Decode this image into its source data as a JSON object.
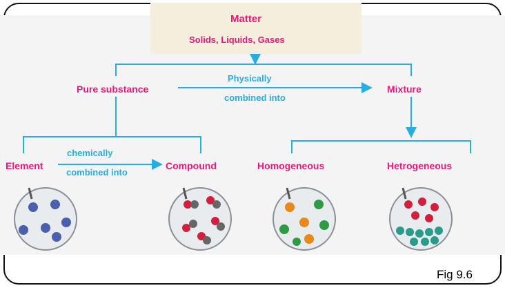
{
  "diagram": {
    "title": "Matter",
    "subtitle": "Solids, Liquids, Gases",
    "nodes": {
      "pure_substance": "Pure substance",
      "mixture": "Mixture",
      "element": "Element",
      "compound": "Compound",
      "homogeneous": "Homogeneous",
      "heterogeneous": "Hetrogeneous"
    },
    "edge_labels": {
      "physically_line1": "Physically",
      "physically_line2": "combined into",
      "chemically_line1": "chemically",
      "chemically_line2": "combined into"
    },
    "colors": {
      "node_text": "#e8197a",
      "edge_text": "#27aee0",
      "lines": "#27aee0",
      "header_bg": "#f5eedc"
    }
  },
  "figure": {
    "caption": "Fig 9.6"
  }
}
